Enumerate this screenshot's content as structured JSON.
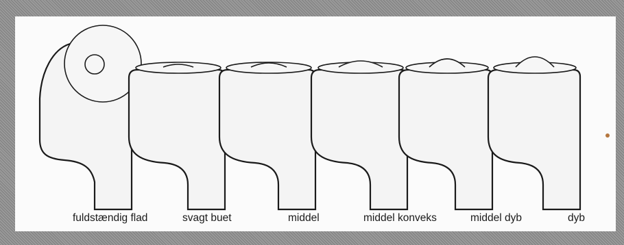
{
  "labels": [
    "fuldstændig flad",
    "svagt buet",
    "middel",
    "middel konveks",
    "middel dyb",
    "dyb"
  ]
}
